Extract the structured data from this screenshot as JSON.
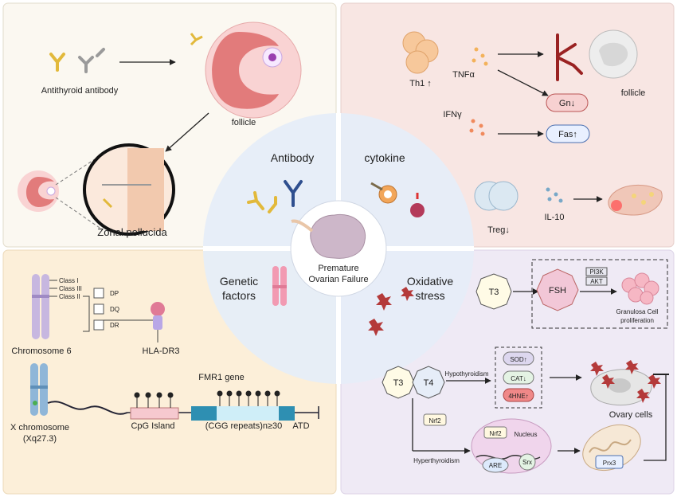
{
  "center": {
    "line1": "Premature",
    "line2": "Ovarian Failure"
  },
  "quadrants": {
    "antibody": "Antibody",
    "cytokine": "cytokine",
    "genetic_line1": "Genetic",
    "genetic_line2": "factors",
    "oxidative_line1": "Oxidative",
    "oxidative_line2": "stress"
  },
  "antibody_panel": {
    "antithyroid": "Antithyroid antibody",
    "follicle": "follicle",
    "zonal": "Zonal pellucida"
  },
  "cytokine_panel": {
    "th1": "Th1 ↑",
    "tnfa": "TNFα",
    "ifng": "IFNγ",
    "gn": "Gn↓",
    "fas": "Fas↑",
    "follicle": "follicle",
    "treg": "Treg↓",
    "il10": "IL-10"
  },
  "genetic_panel": {
    "class1": "Class I",
    "class3": "Class III",
    "class2": "Class II",
    "dp": "DP",
    "dq": "DQ",
    "dr": "DR",
    "chr6": "Chromosome 6",
    "hla": "HLA-DR3",
    "fmr1": "FMR1 gene",
    "xchr1": "X chromosome",
    "xchr2": "(Xq27.3)",
    "cpg": "CpG Island",
    "cgg": "(CGG repeats)n≥30",
    "atd": "ATD"
  },
  "oxidative_panel": {
    "t3": "T3",
    "fsh": "FSH",
    "pi3k": "PI3K",
    "akt": "AKT",
    "granulosa1": "Granulosa Cell",
    "granulosa2": "proliferation",
    "t3b": "T3",
    "t4": "T4",
    "hypo": "Hypothyroidism",
    "sod": "SOD↑",
    "cat": "CAT↓",
    "hne": "4HNE↑",
    "ovary_cells": "Ovary cells",
    "nrf2a": "Nrf2",
    "hyper": "Hyperthyroidism",
    "nucleus": "Nucleus",
    "nrf2b": "Nrf2",
    "are": "ARE",
    "srx": "Srx",
    "prx3": "Prx3"
  },
  "colors": {
    "antibody_bg": "#fbf8f1",
    "cytokine_bg": "#f8e6e3",
    "genetic_bg": "#fcefd9",
    "oxidative_bg": "#efeaf5",
    "center_circle": "#e6edf8"
  }
}
